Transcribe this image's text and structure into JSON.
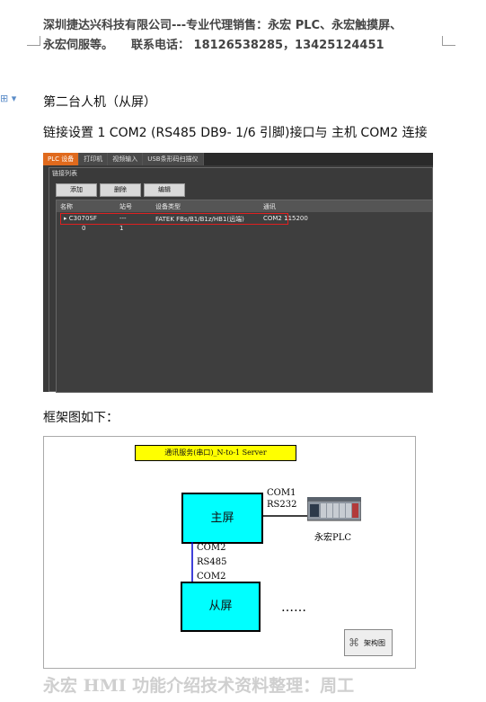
{
  "header": {
    "line1": "深圳捷达兴科技有限公司---专业代理销售：永宏 PLC、永宏触摸屏、",
    "line2_prefix": "永宏伺服等。",
    "line2_contact": "联系电话：  18126538285，13425124451"
  },
  "body": {
    "heading": "第二台人机（从屏）",
    "link_setting": "链接设置 1     COM2 (RS485  DB9- 1/6    引脚)接口与  主机 COM2  连接",
    "frame_caption": "框架图如下："
  },
  "screenshot": {
    "tabs": [
      "PLC 设备",
      "打印机",
      "视频输入",
      "USB条形码扫描仪"
    ],
    "group_title": "链接列表",
    "buttons": {
      "add": "添加",
      "delete": "删除",
      "edit": "编辑"
    },
    "columns": [
      "名称",
      "站号",
      "设备类型",
      "通讯"
    ],
    "rows": [
      {
        "name": "C3070SF",
        "station": "---",
        "type": "FATEK FBs/B1/B1z/HB1(远端)",
        "comm": "COM2 115200"
      },
      {
        "name": "0",
        "station": "1",
        "type": "",
        "comm": ""
      }
    ],
    "colors": {
      "active_tab": "#e06a1d",
      "highlight": "#e02020"
    }
  },
  "diagram": {
    "title": "通讯服务(串口)_N-to-1 Server",
    "main_box": "主屏",
    "slave_box": "从屏",
    "com1": "COM1",
    "rs232": "RS232",
    "plc_label": "永宏PLC",
    "com2_top": "COM2",
    "rs485": "RS485",
    "com2_bottom": "COM2",
    "ellipsis": "……",
    "arch_button": "架构图",
    "colors": {
      "box": "#00ffff",
      "title_bg": "#ffff00"
    }
  },
  "footer": "永宏 HMI 功能介绍技术资料整理：周工"
}
